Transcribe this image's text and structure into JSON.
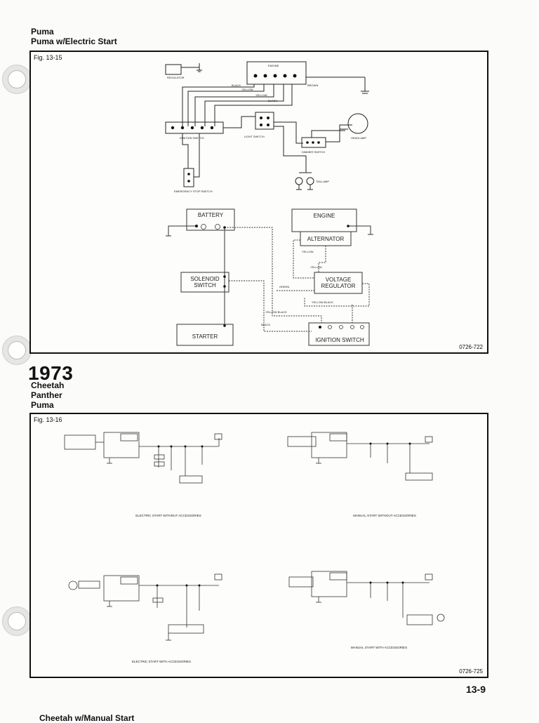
{
  "header": {
    "line1": "Puma",
    "line2": "Puma w/Electric Start"
  },
  "fig1": {
    "label": "Fig. 13-15",
    "code": "0726-722",
    "top": {
      "regulator": "REGULATOR",
      "engine": "ENGINE",
      "black": "BLACK",
      "brown": "BROWN",
      "yellow": "YELLOW",
      "yellow2": "YELLOW",
      "black2": "BLACK",
      "light_switch": "LIGHT SWITCH",
      "ignition_switch": "IGNITION SWITCH",
      "headlamp": "HEADLAMP",
      "dimmer_switch": "DIMMER SWITCH",
      "taillamp": "TAILLAMP",
      "emergency_stop_switch": "EMERGENCY STOP SWITCH"
    },
    "bottom": {
      "battery": "BATTERY",
      "engine": "ENGINE",
      "alternator": "ALTERNATOR",
      "solenoid1": "SOLENOID",
      "solenoid2": "SWITCH",
      "voltage1": "VOLTAGE",
      "voltage2": "REGULATOR",
      "starter": "STARTER",
      "ignition_switch": "IGNITION SWITCH",
      "yellow": "YELLOW",
      "yellow2": "YELLOW",
      "green": "GREEN",
      "yellow_black": "YELLOW BLACK",
      "yellow_black2": "YELLOW BLACK",
      "black": "BLACK"
    }
  },
  "section": {
    "year": "1973",
    "models": [
      "Cheetah",
      "Panther",
      "Puma"
    ]
  },
  "fig2": {
    "label": "Fig. 13-16",
    "code": "0726-725",
    "captions": {
      "a": "ELECTRIC START WITHOUT ACCESSORIES",
      "b": "MANUAL START WITHOUT ACCESSORIES",
      "c": "ELECTRIC START WITH ACCESSORIES",
      "d": "MANUAL START WITH ACCESSORIES"
    }
  },
  "page_number": "13-9",
  "footer_text": "Cheetah w/Manual Start"
}
